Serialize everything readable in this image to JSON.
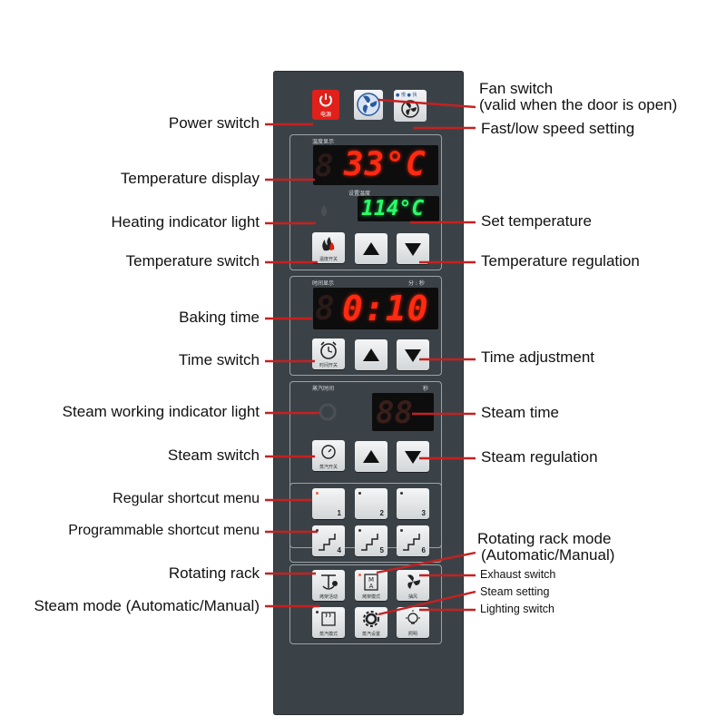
{
  "annotations_left": {
    "power_switch": "Power switch",
    "temperature_display": "Temperature display",
    "heating_indicator": "Heating indicator light",
    "temperature_switch": "Temperature switch",
    "baking_time": "Baking time",
    "time_switch": "Time switch",
    "steam_indicator": "Steam working indicator light",
    "steam_switch": "Steam switch",
    "regular_shortcut": "Regular shortcut menu",
    "programmable_shortcut": "Programmable shortcut menu",
    "rotating_rack": "Rotating rack",
    "steam_mode": "Steam mode (Automatic/Manual)"
  },
  "annotations_right": {
    "fan_switch_line1": "Fan switch",
    "fan_switch_line2": "(valid when the door is open)",
    "fast_low_speed": "Fast/low speed setting",
    "set_temperature": "Set temperature",
    "temperature_regulation": "Temperature regulation",
    "time_adjustment": "Time adjustment",
    "steam_time": "Steam time",
    "steam_regulation": "Steam regulation",
    "rotating_rack_mode_line1": "Rotating rack mode",
    "rotating_rack_mode_line2": "(Automatic/Manual)",
    "exhaust_switch": "Exhaust switch",
    "steam_setting": "Steam setting",
    "lighting_switch": "Lighting switch"
  },
  "panel": {
    "power_label": "电源",
    "speed_labels": "● 慢  ● 快",
    "temp_section_label": "温度显示",
    "temp_display": "33°C",
    "set_temp_label": "设置温度",
    "set_temp_display": "114°C",
    "temp_switch_label": "温度开关",
    "time_section_label": "时间显示",
    "time_unit_label": "分 : 秒",
    "time_display": "0:10",
    "time_switch_label": "时间开关",
    "steam_section_label": "蒸汽时间",
    "steam_unit_label": "秒",
    "steam_display": "88",
    "steam_switch_label": "蒸汽开关",
    "shortcut_numbers": [
      "1",
      "2",
      "3",
      "4",
      "5",
      "6"
    ],
    "rack_rotate_label": "烤架活动",
    "rack_mode_label": "烤架模式",
    "exhaust_label": "抽风",
    "steam_mode_label": "蒸汽模式",
    "steam_setting_label": "蒸汽设置",
    "lighting_label": "照明"
  },
  "colors": {
    "panel": "#3b4247",
    "led_red": "#ff2a10",
    "led_green": "#2aff6a",
    "power_button": "#e0201a",
    "annotation_line": "#c62020"
  }
}
